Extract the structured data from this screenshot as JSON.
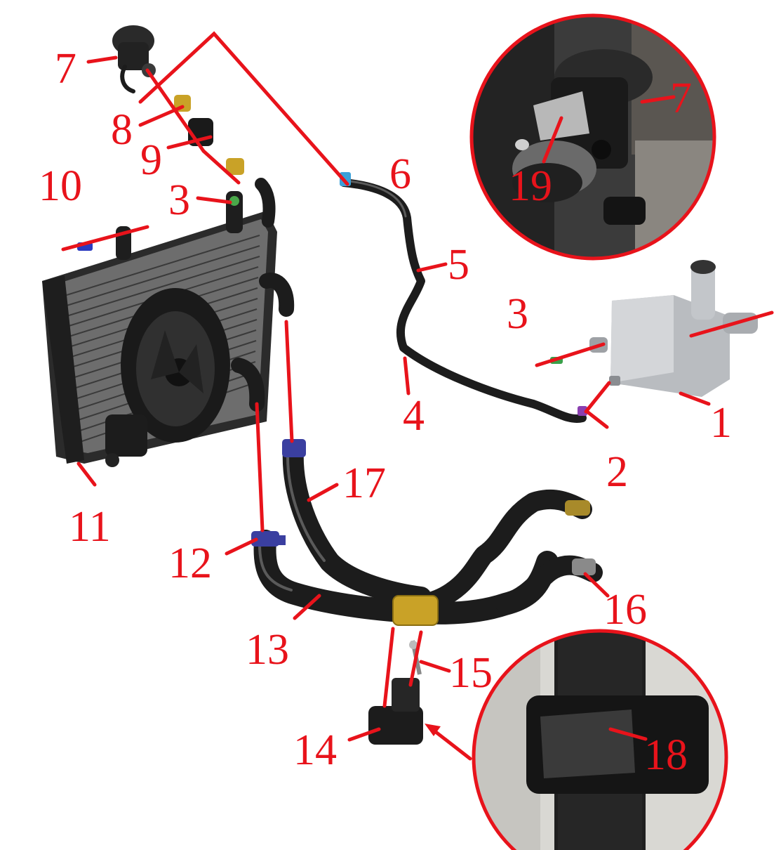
{
  "callouts": [
    {
      "id": "7",
      "text": "7"
    },
    {
      "id": "8",
      "text": "8"
    },
    {
      "id": "9",
      "text": "9"
    },
    {
      "id": "10",
      "text": "10"
    },
    {
      "id": "3a",
      "text": "3"
    },
    {
      "id": "6",
      "text": "6"
    },
    {
      "id": "5",
      "text": "5"
    },
    {
      "id": "3b",
      "text": "3"
    },
    {
      "id": "4",
      "text": "4"
    },
    {
      "id": "1",
      "text": "1"
    },
    {
      "id": "2",
      "text": "2"
    },
    {
      "id": "11",
      "text": "11"
    },
    {
      "id": "17",
      "text": "17"
    },
    {
      "id": "12",
      "text": "12"
    },
    {
      "id": "13",
      "text": "13"
    },
    {
      "id": "16",
      "text": "16"
    },
    {
      "id": "15",
      "text": "15"
    },
    {
      "id": "14",
      "text": "14"
    },
    {
      "id": "18",
      "text": "18"
    },
    {
      "id": "19",
      "text": "19"
    },
    {
      "id": "7b",
      "text": "7"
    }
  ],
  "colors": {
    "callout": "#e8131b",
    "hose": "#1c1c1c",
    "radiator": "#2a2a2a",
    "clamp_blue": "#3a3fa0",
    "clamp_gold": "#c9a227",
    "reservoir": "#b9bcc0"
  }
}
